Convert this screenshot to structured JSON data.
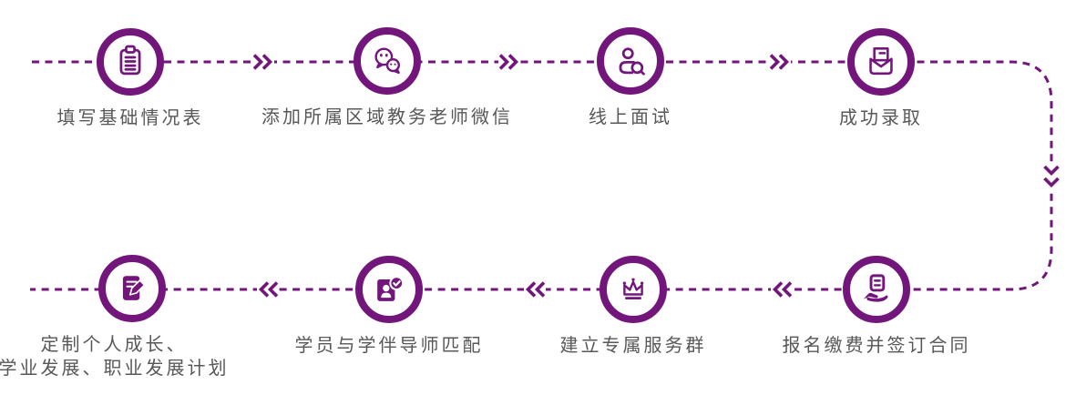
{
  "colors": {
    "accent": "#73167C",
    "label_text": "#595757",
    "background": "#FFFFFF"
  },
  "flow": {
    "direction_top_row": "left-to-right",
    "direction_bottom_row": "right-to-left",
    "steps": [
      {
        "order": 1,
        "label": "填写基础情况表",
        "icon": "clipboard-icon"
      },
      {
        "order": 2,
        "label": "添加所属区域教务老师微信",
        "icon": "wechat-icon"
      },
      {
        "order": 3,
        "label": "线上面试",
        "icon": "person-search-icon"
      },
      {
        "order": 4,
        "label": "成功录取",
        "icon": "envelope-letter-icon"
      },
      {
        "order": 5,
        "label": "报名缴费并签订合同",
        "icon": "hand-document-icon"
      },
      {
        "order": 6,
        "label": "建立专属服务群",
        "icon": "crown-icon"
      },
      {
        "order": 7,
        "label": "学员与学伴导师匹配",
        "icon": "id-card-check-icon"
      },
      {
        "order": 8,
        "label": "定制个人成长、学业发展、职业发展计划",
        "label_line1": "定制个人成长、",
        "label_line2": "学业发展、职业发展计划",
        "icon": "notebook-pencil-icon"
      }
    ]
  }
}
